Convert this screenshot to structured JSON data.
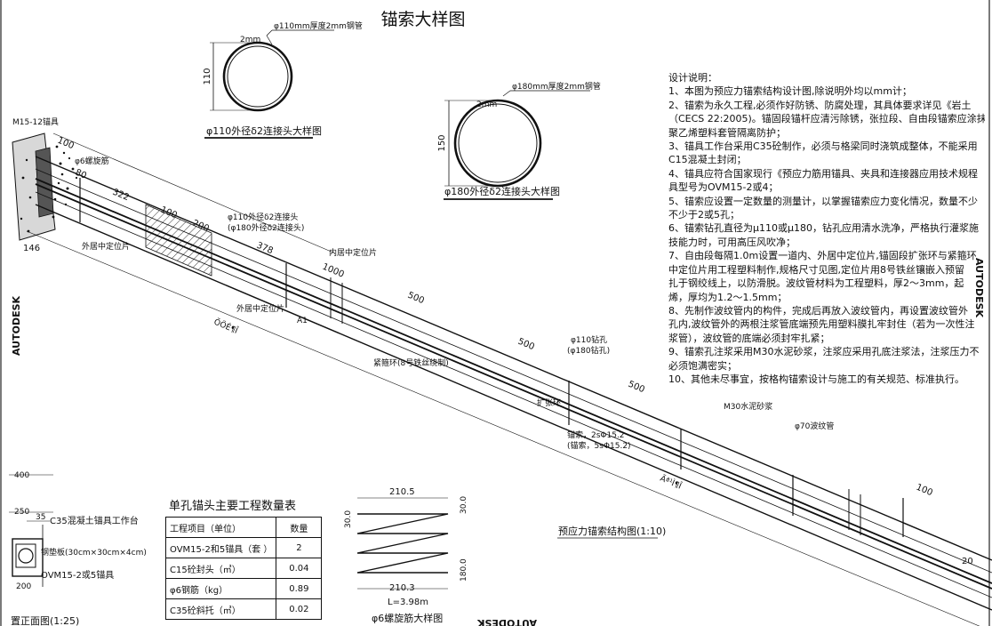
{
  "title": "锚索大样图",
  "pipe_110": {
    "label": "φ110mm厚度2mm钢管",
    "thickness": "2mm",
    "dim": "110",
    "caption": "φ110外径δ2连接头大样图"
  },
  "pipe_180": {
    "label": "φ180mm厚度2mm钢管",
    "thickness": "2mm",
    "dim": "150",
    "caption": "φ180外径δ2连接头大样图"
  },
  "anchor": {
    "left_top_label": "M15-12锚具",
    "spiral": "φ6螺旋筋",
    "outer_centering": "外居中定位片",
    "outer_centering_2": "外居中定位片",
    "inner_centering": "内居中定位片",
    "connector_1": "φ110外径δ2连接头",
    "connector_2": "(φ180外径δ2连接头)",
    "hoop": "紧箍环(8号铁丝绕制)",
    "spreader": "扩张环",
    "strand_1": "锚索，2sΦ15.2",
    "strand_2": "(锚索，5sΦ15.2)",
    "hole_1": "φ110钻孔",
    "hole_2": "(φ180钻孔)",
    "mortar": "M30水泥砂浆",
    "corrugated": "φ70波纹管",
    "section": "A1",
    "free_len": "ÕÖÉ¶Î",
    "anchor_len": "Ãª¹Ì¶Î",
    "caption": "预应力锚索结构图(1:10)",
    "dims": [
      "100",
      "80",
      "322",
      "100",
      "200",
      "378",
      "1000",
      "146",
      "500",
      "500",
      "500",
      "100",
      "20"
    ]
  },
  "front_view": {
    "label_work": "C35混凝土锚具工作台",
    "label_plate": "钢垫板(30cm×30cm×4cm)",
    "label_anchor": "OVM15-2或5锚具",
    "dims": [
      "400",
      "250",
      "35",
      "200"
    ],
    "caption": "置正面图(1:25)"
  },
  "spiral_detail": {
    "top": "210.5",
    "bottom": "210.3",
    "left": "30.0",
    "right_top": "30.0",
    "right_bottom": "180.0",
    "length": "L=3.98m",
    "caption": "φ6螺旋筋大样图"
  },
  "quantity_table": {
    "title": "单孔锚头主要工程数量表",
    "header": [
      "工程项目（单位）",
      "数量"
    ],
    "rows": [
      [
        "OVM15-2和5锚具（套 ）",
        "2"
      ],
      [
        "C15砼封头（㎥）",
        "0.04"
      ],
      [
        "φ6钢筋（kg）",
        "0.89"
      ],
      [
        "C35砼斜托（㎥）",
        "0.02"
      ]
    ]
  },
  "notes": {
    "title": "设计说明：",
    "lines": [
      "1、本图为预应力锚索结构设计图,除说明外均以mm计；",
      "2、锚索为永久工程,必须作好防锈、防腐处理，其具体要求详见《岩土",
      "（CECS 22:2005)。锚固段锚杆应清污除锈，张拉段、自由段锚索应涂抹",
      "聚乙烯塑料套管隔离防护；",
      "3、锚具工作台采用C35砼制作，必须与格梁同时浇筑成整体，不能采用",
      "C15混凝土封闭；",
      "4、锚具应符合国家现行《预应力筋用锚具、夹具和连接器应用技术规程",
      "具型号为OVM15-2或4；",
      "5、锚索应设置一定数量的测量计，以掌握锚索应力变化情况，数量不少",
      "不少于2或5孔；",
      "6、锚索钻孔直径为μ110或μ180，钻孔应用清水洗净，严格执行灌浆施",
      "技能力时，可用高压风吹净；",
      "7、自由段每隔1.0m设置一道内、外居中定位片,锚固段扩张环与紧箍环",
      "中定位片用工程塑料制作,规格尺寸见图,定位片用8号铁丝镶嵌入预留",
      "扎于钢绞线上，以防滑脱。波纹管材料为工程塑料，厚2～3mm，起",
      "烯，厚均为1.2～1.5mm；",
      "8、先制作波纹管内的构件，完成后再放入波纹管内，再设置波纹管外",
      "孔内,波纹管外的两根注浆管底端预先用塑料膜扎牢封住（若为一次性注",
      "浆管），波纹管的底端必须封牢扎紧；",
      "9、锚索孔注浆采用M30水泥砂浆，注浆应采用孔底注浆法，注浆压力不",
      "必须饱满密实；",
      "10、其他未尽事宜，按格构锚索设计与施工的有关规范、标准执行。"
    ]
  },
  "watermarks": [
    "AUTODESK",
    "AUTODESK",
    "AUTODESK"
  ]
}
